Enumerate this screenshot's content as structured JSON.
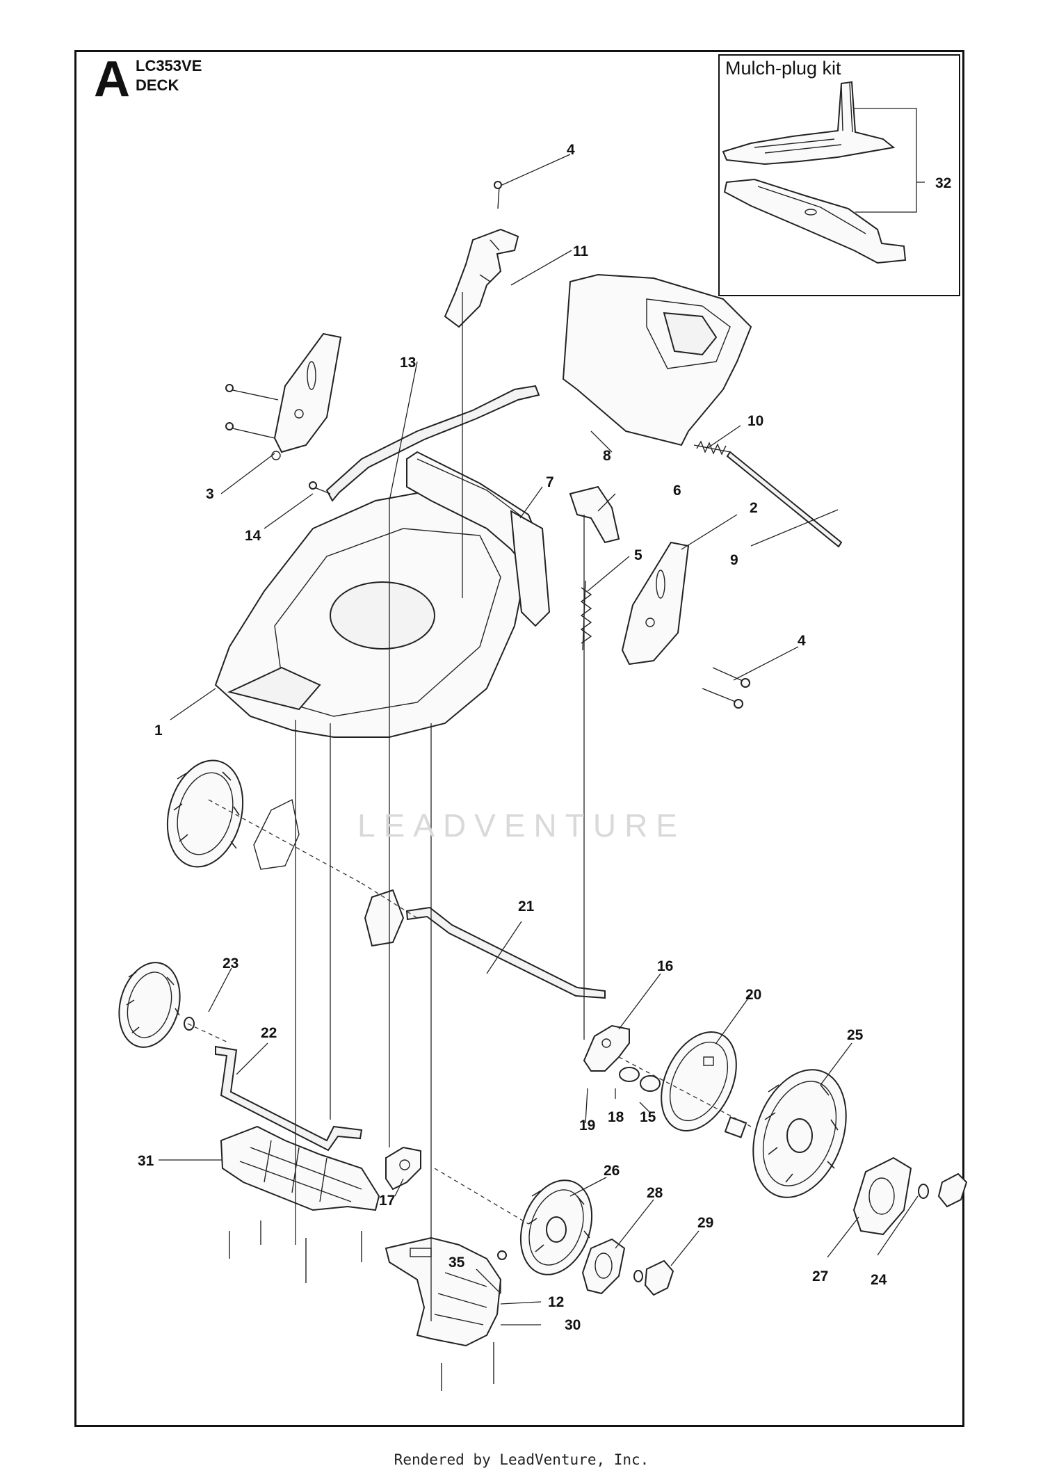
{
  "header": {
    "section_letter": "A",
    "model": "LC353VE",
    "section_name": "DECK"
  },
  "inset": {
    "title": "Mulch-plug kit"
  },
  "watermark": "LEADVENTURE",
  "footer": "Rendered by LeadVenture, Inc.",
  "callouts": [
    "1",
    "2",
    "3",
    "4",
    "4",
    "5",
    "6",
    "7",
    "8",
    "9",
    "10",
    "11",
    "12",
    "13",
    "14",
    "15",
    "16",
    "17",
    "18",
    "19",
    "20",
    "21",
    "22",
    "23",
    "24",
    "25",
    "26",
    "27",
    "28",
    "29",
    "30",
    "31",
    "32",
    "35"
  ]
}
